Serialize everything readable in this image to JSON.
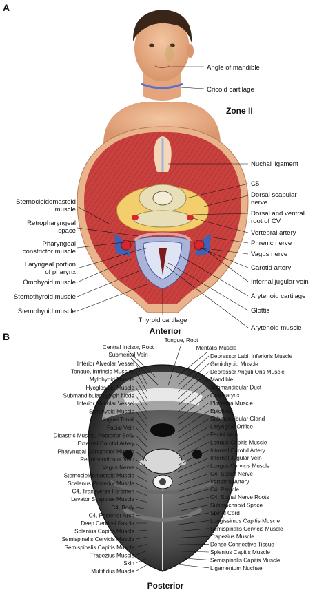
{
  "panel_a": {
    "letter": "A",
    "zone": "Zone II",
    "labels_right": [
      "Angle of mandible",
      "Cricoid cartilage",
      "Nuchal ligament",
      "C5",
      "Dorsal scapular nerve",
      "Dorsal and ventral root of CV",
      "Vertebral artery",
      "Phrenic nerve",
      "Vagus nerve",
      "Carotid artery",
      "Internal jugular vein",
      "Arytenoid cartilage",
      "Glottis",
      "Arytenoid muscle"
    ],
    "labels_left": [
      "Sternocleidomastoid muscle",
      "Retropharyngeal space",
      "Pharyngeal constrictor muscle",
      "Laryngeal portion of pharynx",
      "Omohyoid muscle",
      "Sternothyroid muscle",
      "Sternohyoid muscle"
    ],
    "label_bottom": "Thyroid cartilage",
    "colors": {
      "muscle": "#c8413e",
      "fat": "#f2cf6c",
      "skin": "#e9b48b",
      "artery": "#d8262b",
      "vein": "#3f62b5",
      "cartilage": "#aab4d8"
    }
  },
  "panel_b": {
    "letter": "B",
    "anterior": "Anterior",
    "posterior": "Posterior",
    "labels_top": [
      "Tongue, Root",
      "Central Incisor, Root",
      "Mentalis Muscle",
      "Submental Vein"
    ],
    "labels_left": [
      "Inferior Alveolar Vessel",
      "Tongue, Intrinsic Muscles",
      "Mylohyoid Muscle",
      "Hyoglossus Muscle",
      "Submandibular Lymph Node",
      "Inferior Alveolar Vessel",
      "Stylohyoid Muscle",
      "Lingual Tonsil",
      "Facial Vein",
      "Digastric Muscle, Posterior Belly",
      "External Carotid Artery",
      "Pharyngeal Constrictor Muscle",
      "Retromandibular Vein",
      "Vagus Nerve",
      "Sternocleidomastoid Muscle",
      "Scalenus Posterior Muscle",
      "C4, Transverse Foramen",
      "Levator Scapulae Muscle",
      "C4, Body",
      "C4, Posterior Arch",
      "Deep Cervical Fascia",
      "Splenius Capitis Muscle",
      "Semispinalis Cervicis Muscle",
      "Semispinalis Capitis Muscle",
      "Trapezius Muscle",
      "Skin",
      "Multifidus Muscle"
    ],
    "labels_right": [
      "Depressor Labii Inferioris Muscle",
      "Geniohyoid Muscle",
      "Depressor Anguli Oris Muscle",
      "Mandible",
      "Submandibular Duct",
      "Oropharynx",
      "Platysma Muscle",
      "Epiglottis",
      "Submandibular Gland",
      "Laryngeal Orifice",
      "Facial Vein",
      "Longus Capitis Muscle",
      "Internal Carotid Artery",
      "Internal Jugular Vein",
      "Longus Cervicis Muscle",
      "C4, Spinal Nerve",
      "Vertebral Artery",
      "C4, Pedicle",
      "C4, Spinal Nerve Roots",
      "Subarachnoid Space",
      "Spinal Cord",
      "Longissimus Capitis Muscle",
      "Semispinalis Cervicis Muscle",
      "Trapezius Muscle",
      "Dense Connective Tissue",
      "Splenius Capitis Muscle",
      "Semispinalis Capitis Muscle",
      "Ligamentum Nuchae"
    ]
  }
}
